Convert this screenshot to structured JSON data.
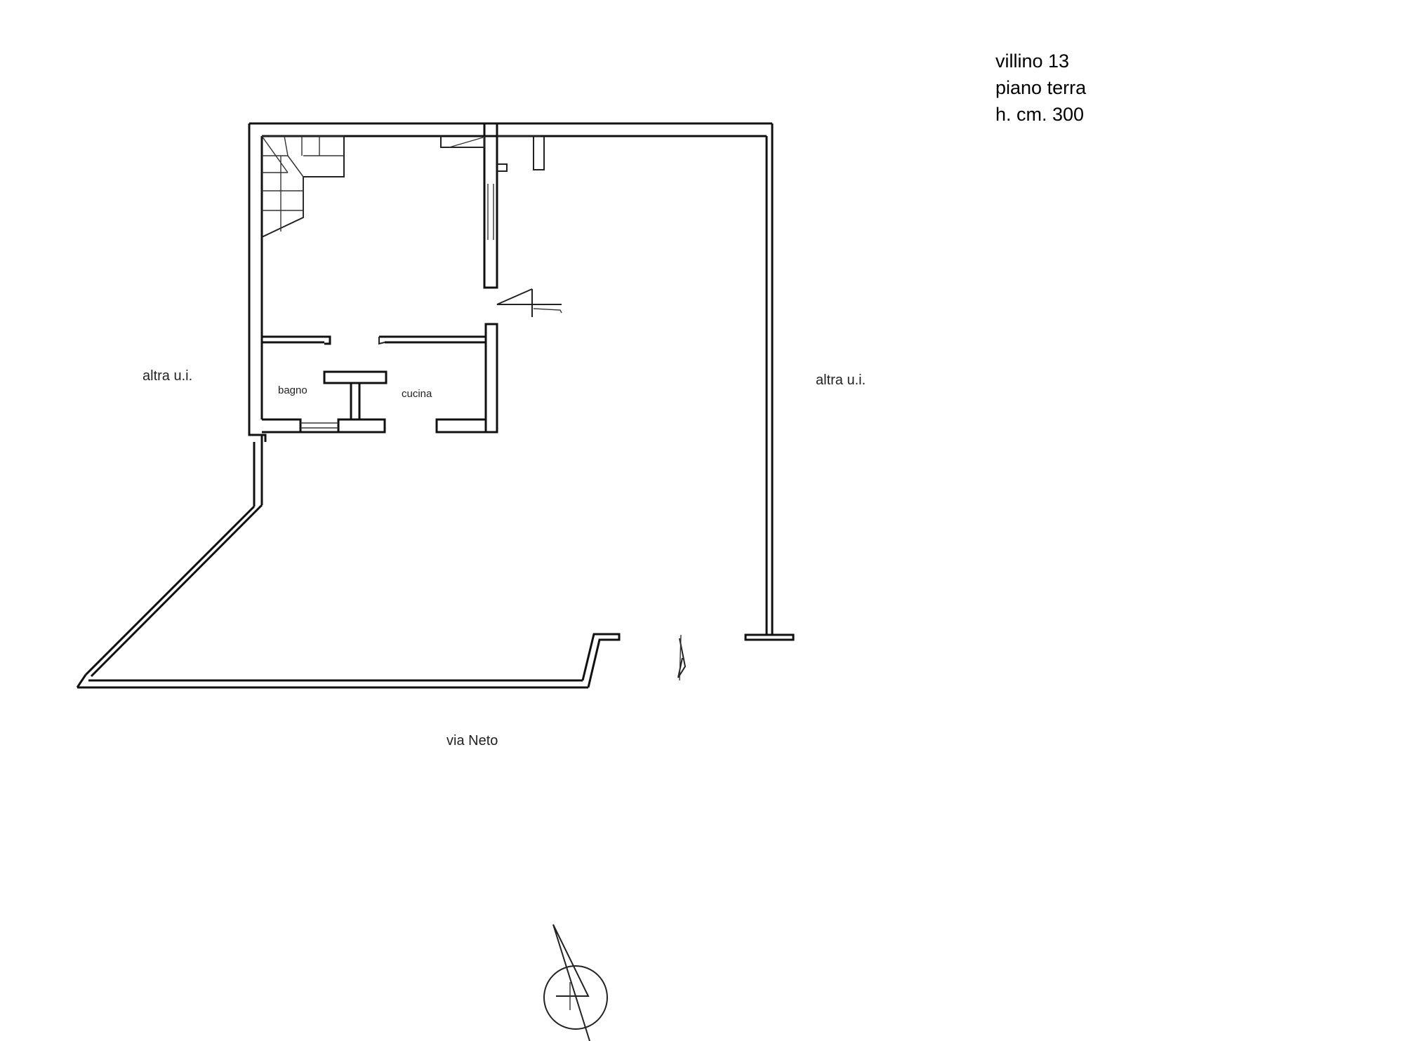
{
  "title_block": {
    "line1": "villino 13",
    "line2": "piano terra",
    "line3": "h. cm. 300"
  },
  "rooms": {
    "bathroom": "bagno",
    "kitchen": "cucina"
  },
  "neighbors": {
    "left": "altra u.i.",
    "right": "altra u.i."
  },
  "street": "via Neto",
  "symbols": {
    "north_arrow": "north-arrow-icon",
    "section_marker": "section-marker-icon"
  }
}
